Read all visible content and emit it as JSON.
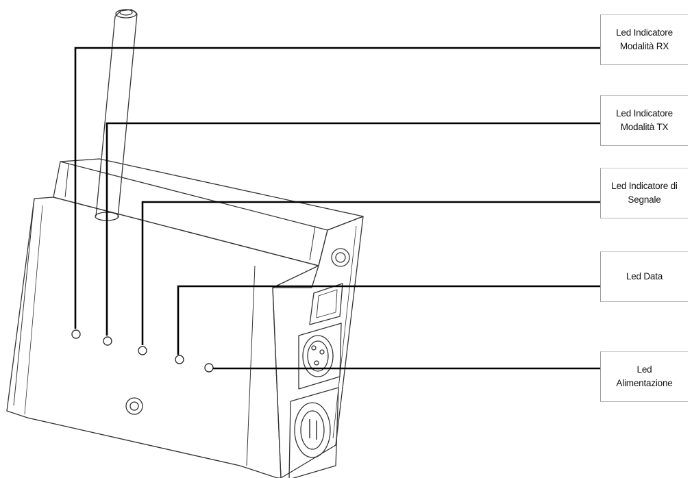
{
  "labels": {
    "rx": "Led Indicatore\nModalità RX",
    "tx": "Led Indicatore\nModalità TX",
    "signal": "Led Indicatore di\nSegnale",
    "data": "Led Data",
    "power": "Led\nAlimentazione"
  },
  "colors": {
    "line": "#000000",
    "sketch": "#333333"
  }
}
